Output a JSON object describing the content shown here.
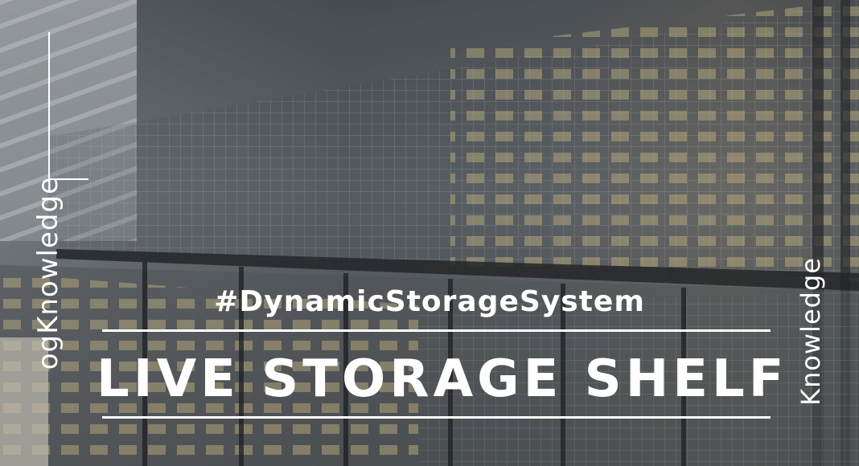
{
  "hashtag": "#DynamicStorageSystem",
  "title": "LIVE STORAGE SHELF",
  "side_text_left": "ogKnowledge",
  "side_text_right": "Knowledge",
  "colors": {
    "text": "#ffffff",
    "overlay": "#5f646b",
    "bin_yellow": "#d9c27a"
  }
}
